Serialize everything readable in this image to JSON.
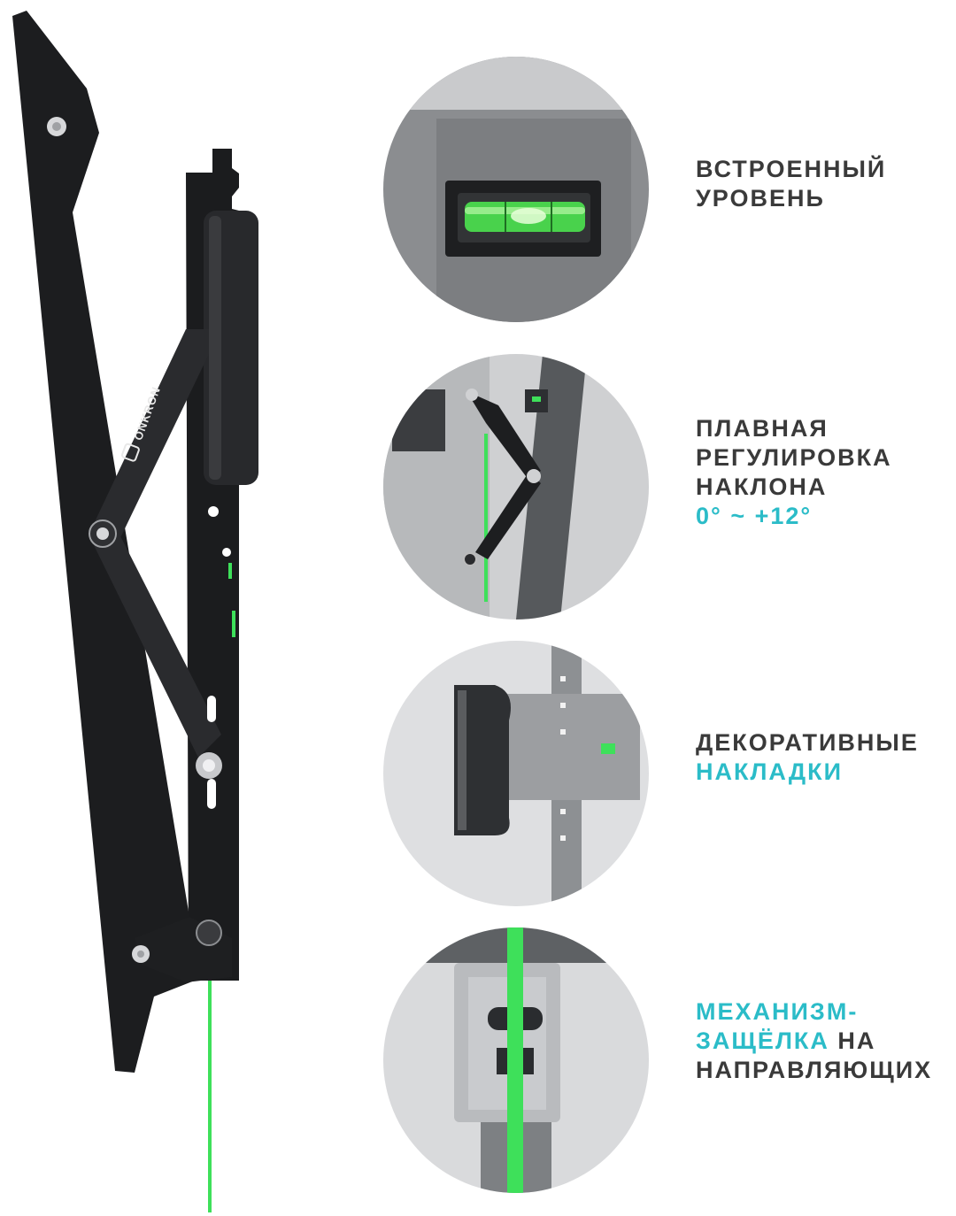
{
  "colors": {
    "text": "#3a3a3a",
    "accent": "#2bbcc8",
    "laser_green": "#3ee05a",
    "metal_black": "#1d1e20",
    "circle_bg": "#8b8d90"
  },
  "product": {
    "brand_logo_text": "ONKRON"
  },
  "features": [
    {
      "icon": "bubble-level",
      "lines": [
        "ВСТРОЕННЫЙ",
        "УРОВЕНЬ"
      ]
    },
    {
      "icon": "tilt-arm",
      "lines": [
        "ПЛАВНАЯ",
        "РЕГУЛИРОВКА",
        "НАКЛОНА"
      ],
      "accent_line": "0° ~ +12°"
    },
    {
      "icon": "decorative-cover",
      "lines": [
        "ДЕКОРАТИВНЫЕ"
      ],
      "accent_line": "НАКЛАДКИ"
    },
    {
      "icon": "rail-latch",
      "accent_lines": [
        "МЕХАНИЗМ-",
        "ЗАЩЁЛКА"
      ],
      "tail": " НА",
      "last_line": "НАПРАВЛЯЮЩИХ"
    }
  ]
}
